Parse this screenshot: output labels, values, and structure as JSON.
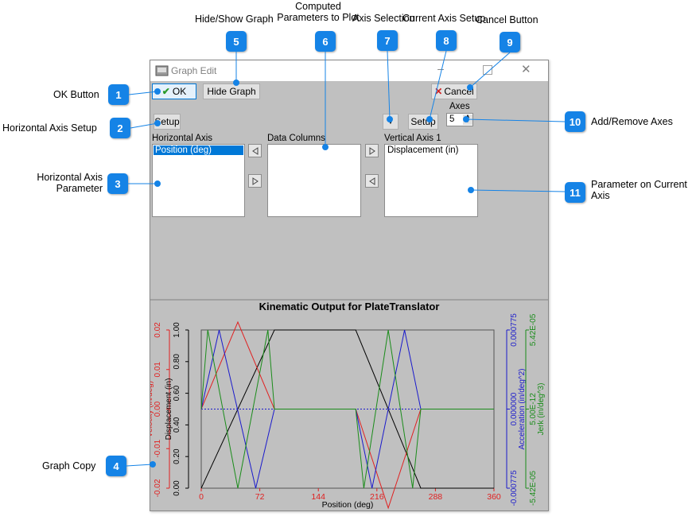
{
  "window": {
    "title": "Graph Edit",
    "ok_label": "OK",
    "hide_graph_label": "Hide Graph",
    "cancel_label": "Cancel",
    "setup_label": "Setup",
    "axes_label": "Axes",
    "axes_value": "5",
    "horizontal_axis_label": "Horizontal Axis",
    "horizontal_axis_items": [
      "Position (deg)"
    ],
    "data_columns_label": "Data Columns",
    "vertical_axis_label": "Vertical Axis 1",
    "vertical_axis_items": [
      "Displacement (in)"
    ]
  },
  "callouts": [
    {
      "num": "1",
      "text": "OK Button"
    },
    {
      "num": "2",
      "text": "Horizontal Axis Setup"
    },
    {
      "num": "3",
      "text": "Horizontal Axis Parameter"
    },
    {
      "num": "4",
      "text": "Graph Copy"
    },
    {
      "num": "5",
      "text": "Hide/Show Graph"
    },
    {
      "num": "6",
      "text": "Computed Parameters to Plot"
    },
    {
      "num": "7",
      "text": "Axis Selection"
    },
    {
      "num": "8",
      "text": "Current Axis Setup"
    },
    {
      "num": "9",
      "text": "Cancel Button"
    },
    {
      "num": "10",
      "text": "Add/Remove Axes"
    },
    {
      "num": "11",
      "text": "Parameter on Current Axis"
    }
  ],
  "chart_data": {
    "type": "line",
    "title": "Kinematic Output for PlateTranslator",
    "xlabel": "Position (deg)",
    "xlim": [
      0,
      360
    ],
    "x_ticks": [
      "0",
      "72",
      "144",
      "216",
      "288",
      "360"
    ],
    "axes": [
      {
        "name": "Velocity (in/deg)",
        "color": "#e02020",
        "ticks": [
          "-0.02",
          "-0.01",
          "0.00",
          "0.01",
          "0.02"
        ],
        "ylim": [
          -0.02,
          0.02
        ],
        "side": "left"
      },
      {
        "name": "Displacement (in)",
        "color": "#000000",
        "ticks": [
          "0.00",
          "0.20",
          "0.40",
          "0.60",
          "0.80",
          "1.00"
        ],
        "ylim": [
          0,
          1
        ],
        "side": "left"
      },
      {
        "name": "Acceleration (in/deg^2)",
        "color": "#1a1acc",
        "ticks": [
          "-0.000775",
          "0.000000",
          "0.000775"
        ],
        "ylim": [
          -0.000775,
          0.000775
        ],
        "side": "right"
      },
      {
        "name": "Jerk (in/deg^3)",
        "color": "#1a8c1a",
        "ticks": [
          "-5.42E-05",
          "5.00E-12",
          "5.42E-05"
        ],
        "ylim": [
          -5.42e-05,
          5.42e-05
        ],
        "side": "right"
      }
    ],
    "series": [
      {
        "name": "Displacement (in)",
        "color": "#000000",
        "points": [
          [
            0,
            0
          ],
          [
            90,
            1
          ],
          [
            190,
            1
          ],
          [
            270,
            0
          ],
          [
            360,
            0
          ]
        ]
      },
      {
        "name": "Velocity (in/deg)",
        "color": "#e02020",
        "points": [
          [
            0,
            0
          ],
          [
            45,
            0.022
          ],
          [
            90,
            0
          ],
          [
            190,
            0
          ],
          [
            230,
            -0.025
          ],
          [
            270,
            0
          ],
          [
            360,
            0
          ]
        ]
      },
      {
        "name": "Acceleration (in/deg^2)",
        "color": "#1a1acc",
        "points": [
          [
            0,
            0
          ],
          [
            22,
            0.000775
          ],
          [
            67,
            -0.000775
          ],
          [
            90,
            0
          ],
          [
            190,
            0
          ],
          [
            210,
            -0.000775
          ],
          [
            250,
            0.000775
          ],
          [
            270,
            0
          ],
          [
            360,
            0
          ]
        ]
      },
      {
        "name": "Jerk (in/deg^3)",
        "color": "#1a8c1a",
        "points": [
          [
            0,
            0
          ],
          [
            8,
            5.42e-05
          ],
          [
            45,
            -5.42e-05
          ],
          [
            82,
            5.42e-05
          ],
          [
            90,
            0
          ],
          [
            190,
            0
          ],
          [
            200,
            -5.42e-05
          ],
          [
            230,
            5.42e-05
          ],
          [
            260,
            -5.42e-05
          ],
          [
            270,
            0
          ],
          [
            360,
            0
          ]
        ]
      }
    ]
  }
}
